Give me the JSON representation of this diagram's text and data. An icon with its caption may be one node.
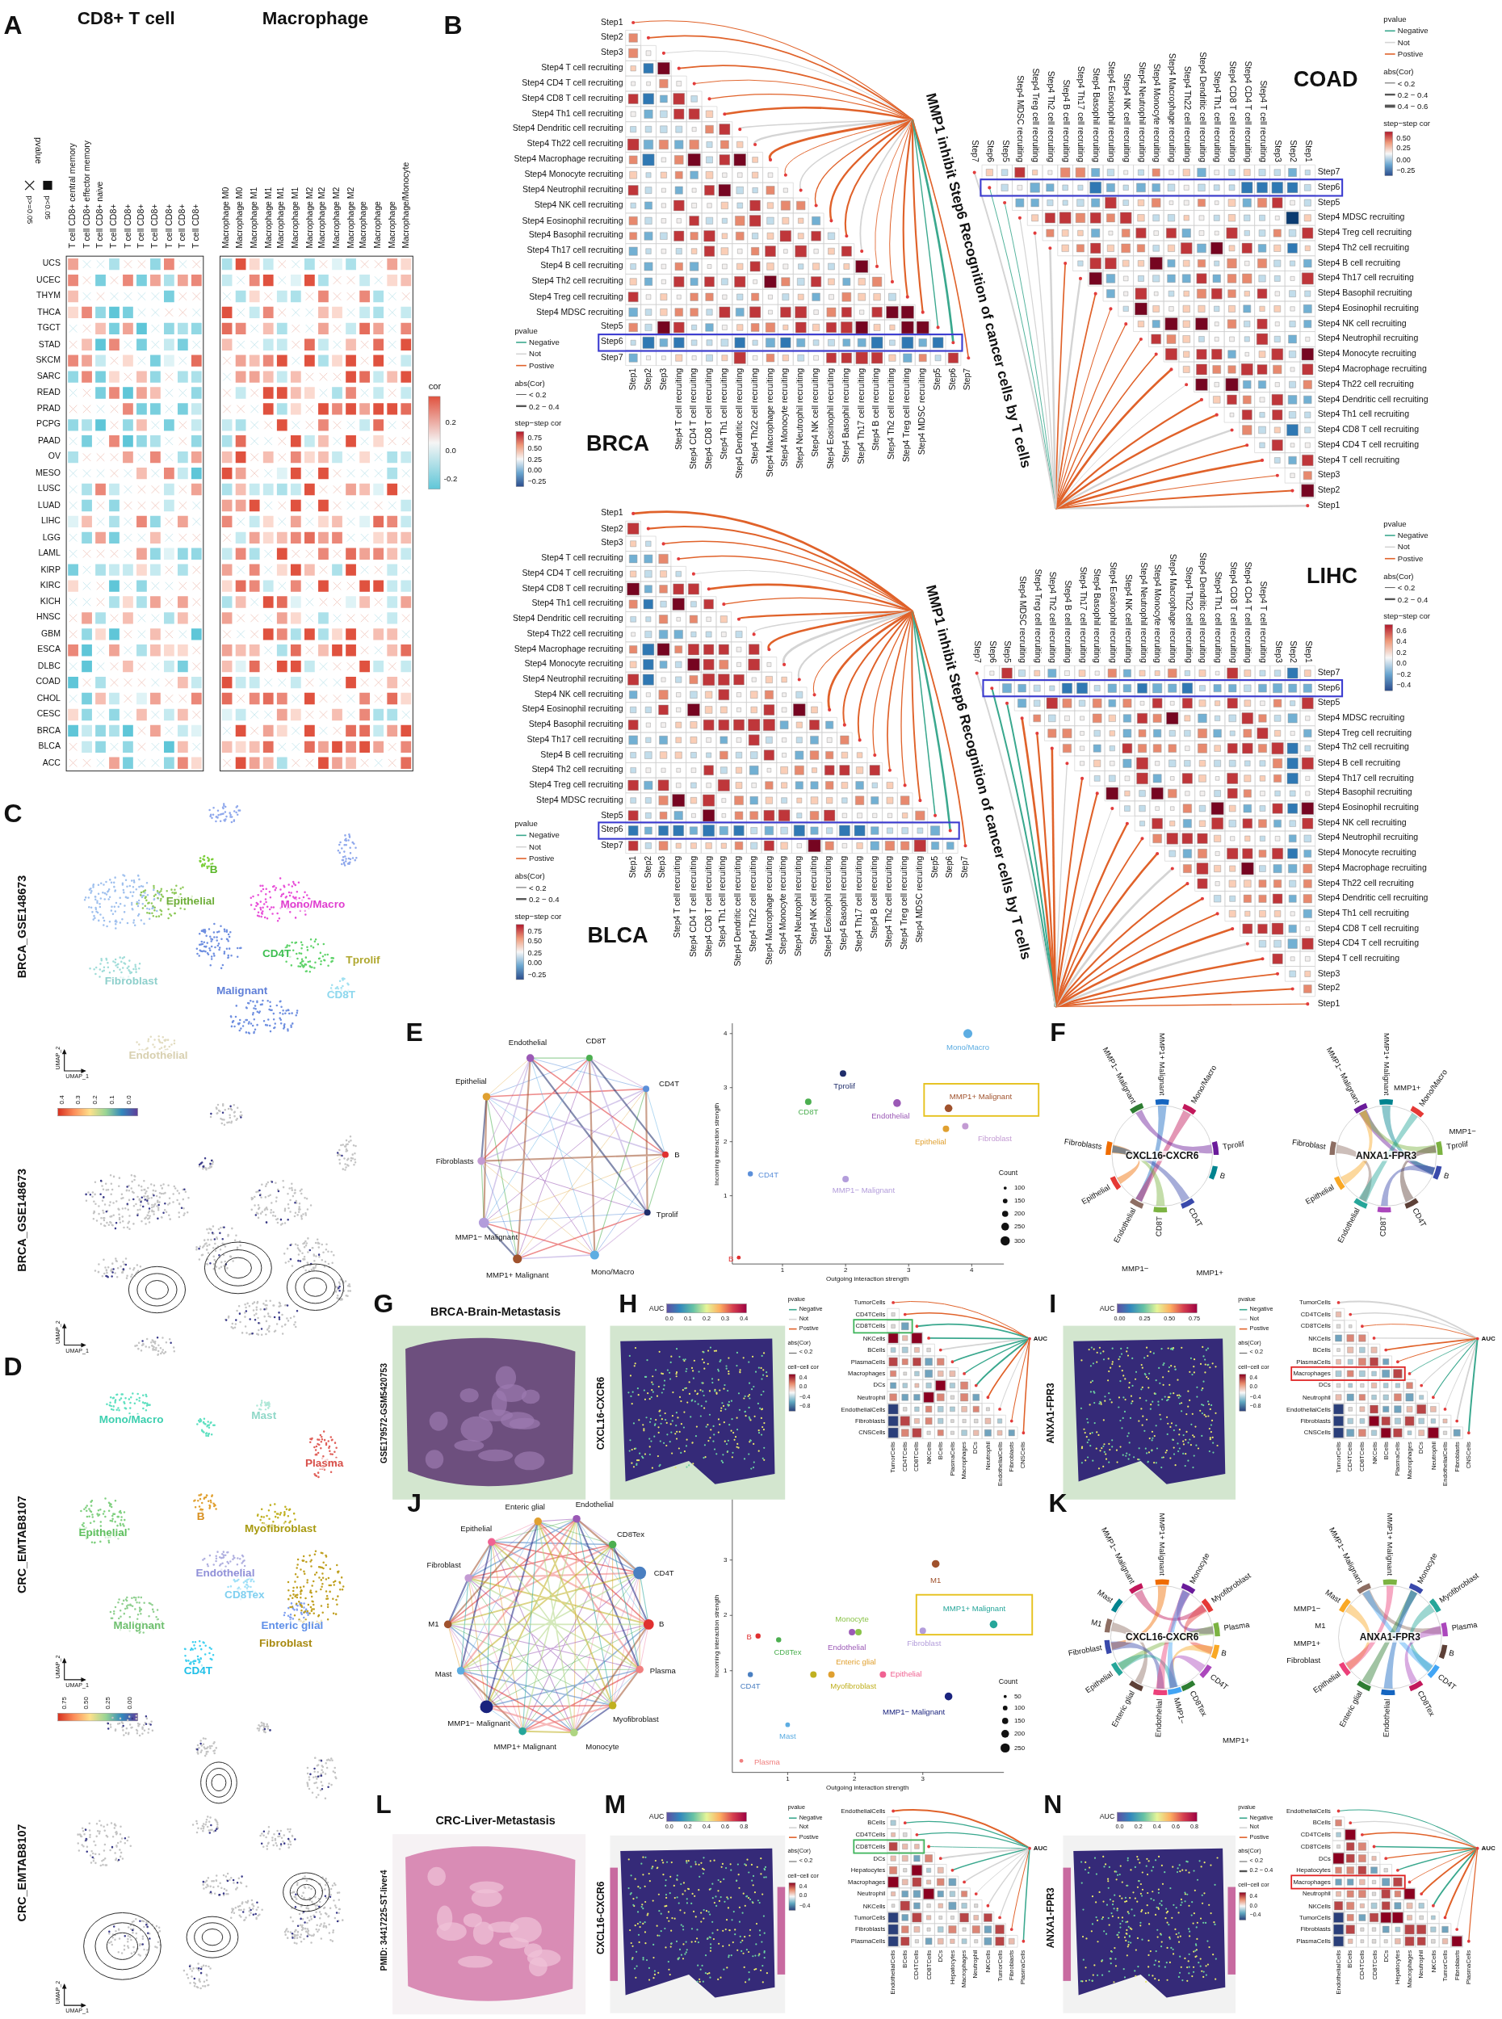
{
  "diagram": {
    "labels": [
      "A",
      "CD8+ T cell",
      "Macrophage",
      "T cell CD8+ central memory",
      "T cell CD8+ effector memory",
      "T cell CD8+ naive",
      "T cell CD8+",
      "T cell CD8+",
      "T cell CD8+",
      "T cell CD8+",
      "T cell CD8+",
      "T cell CD8+",
      "T cell CD8+",
      "Macrophage M0",
      "Macrophage M0",
      "Macrophage M1",
      "Macrophage M1",
      "Macrophage M1",
      "Macrophage M1",
      "Macrophage M2",
      "Macrophage M2",
      "Macrophage M2",
      "Macrophage M2",
      "Macrophage",
      "Macrophage",
      "Macrophage",
      "Macrophage/Monocyte",
      "pvalue",
      "UCS",
      "UCEC",
      "THYM",
      "THCA",
      "TGCT",
      "STAD",
      "SKCM",
      "SARC",
      "READ",
      "PRAD",
      "PCPG",
      "PAAD",
      "OV",
      "MESO",
      "LUSC",
      "LUAD",
      "LIHC",
      "LGG",
      "LAML",
      "KIRP",
      "KIRC",
      "KICH",
      "HNSC",
      "GBM",
      "ESCA",
      "DLBC",
      "COAD",
      "CHOL",
      "CESC",
      "BRCA",
      "BLCA",
      "ACC",
      "cor",
      "0.2",
      "0.0",
      "-0.2",
      "B",
      "Step1",
      "Step2",
      "Step3",
      "Step4 T cell recruiting",
      "Step4 CD4 T cell recruiting",
      "Step4 CD8 T cell recruiting",
      "Step4 Th1 cell recruiting",
      "Step4 Dendritic cell recruiting",
      "Step4 Th22 cell recruiting",
      "Step4 Macrophage recruiting",
      "Step4 Monocyte recruiting",
      "Step4 Neutrophil recruiting",
      "Step4 NK cell recruiting",
      "Step4 Eosinophil recruiting",
      "Step4 Basophil recruiting",
      "Step4 Th17 cell recruiting",
      "Step4 B cell recruiting",
      "Step4 Th2 cell recruiting",
      "Step4 Treg cell recruiting",
      "Step4 MDSC recruiting",
      "Step5",
      "Step6",
      "Step7",
      "Step1",
      "Step2",
      "Step3",
      "Step4 T cell recruiting",
      "Step4 CD4 T cell recruiting",
      "Step4 CD8 T cell recruiting",
      "Step4 Th1 cell recruiting",
      "Step4 Dendritic cell recruiting",
      "Step4 Th22 cell recruiting",
      "Step4 Macrophage recruiting",
      "Step4 Monocyte recruiting",
      "Step4 Neutrophil recruiting",
      "Step4 NK cell recruiting",
      "Step4 Eosinophil recruiting",
      "Step4 Basophil recruiting",
      "Step4 Th17 cell recruiting",
      "Step4 B cell recruiting",
      "Step4 Th2 cell recruiting",
      "Step4 Treg cell recruiting",
      "Step4 MDSC recruiting",
      "Step5",
      "Step6",
      "Step7",
      "MMP1 inhibit Step6 Recognition of cancer cells by T cells",
      "BRCA",
      "pvalue",
      "abs(Cor)",
      "step−step cor",
      "0.75",
      "0.50",
      "0.25",
      "0.00",
      "−0.25",
      "Step7",
      "Step6",
      "Step5",
      "Step4 MDSC recruiting",
      "Step4 Treg cell recruiting",
      "Step4 Th2 cell recruiting",
      "Step4 B cell recruiting",
      "Step4 Th17 cell recruiting",
      "Step4 Basophil recruiting",
      "Step4 Eosinophil recruiting",
      "Step4 NK cell recruiting",
      "Step4 Neutrophil recruiting",
      "Step4 Monocyte recruiting",
      "Step4 Macrophage recruiting",
      "Step4 Th22 cell recruiting",
      "Step4 Dendritic cell recruiting",
      "Step4 Th1 cell recruiting",
      "Step4 CD8 T cell recruiting",
      "Step4 CD4 T cell recruiting",
      "Step4 T cell recruiting",
      "Step3",
      "Step2",
      "Step1",
      "Step7",
      "Step6",
      "Step5",
      "Step4 MDSC recruiting",
      "Step4 Treg cell recruiting",
      "Step4 Th2 cell recruiting",
      "Step4 B cell recruiting",
      "Step4 Th17 cell recruiting",
      "Step4 Basophil recruiting",
      "Step4 Eosinophil recruiting",
      "Step4 NK cell recruiting",
      "Step4 Neutrophil recruiting",
      "Step4 Monocyte recruiting",
      "Step4 Macrophage recruiting",
      "Step4 Th22 cell recruiting",
      "Step4 Dendritic cell recruiting",
      "Step4 Th1 cell recruiting",
      "Step4 CD8 T cell recruiting",
      "Step4 CD4 T cell recruiting",
      "Step4 T cell recruiting",
      "Step3",
      "Step2",
      "Step1",
      "COAD",
      "pvalue",
      "abs(Cor)",
      "step−step cor",
      "0.50",
      "0.25",
      "0.00",
      "−0.25",
      "Step1",
      "Step2",
      "Step3",
      "Step4 T cell recruiting",
      "Step4 CD4 T cell recruiting",
      "Step4 CD8 T cell recruiting",
      "Step4 Th1 cell recruiting",
      "Step4 Dendritic cell recruiting",
      "Step4 Th22 cell recruiting",
      "Step4 Macrophage recruiting",
      "Step4 Monocyte recruiting",
      "Step4 Neutrophil recruiting",
      "Step4 NK cell recruiting",
      "Step4 Eosinophil recruiting",
      "Step4 Basophil recruiting",
      "Step4 Th17 cell recruiting",
      "Step4 B cell recruiting",
      "Step4 Th2 cell recruiting",
      "Step4 Treg cell recruiting",
      "Step4 MDSC recruiting",
      "Step5",
      "Step6",
      "Step7",
      "Step1",
      "Step2",
      "Step3",
      "Step4 T cell recruiting",
      "Step4 CD4 T cell recruiting",
      "Step4 CD8 T cell recruiting",
      "Step4 Th1 cell recruiting",
      "Step4 Dendritic cell recruiting",
      "Step4 Th22 cell recruiting",
      "Step4 Macrophage recruiting",
      "Step4 Monocyte recruiting",
      "Step4 Neutrophil recruiting",
      "Step4 NK cell recruiting",
      "Step4 Eosinophil recruiting",
      "Step4 Basophil recruiting",
      "Step4 Th17 cell recruiting",
      "Step4 B cell recruiting",
      "Step4 Th2 cell recruiting",
      "Step4 Treg cell recruiting",
      "Step4 MDSC recruiting",
      "Step5",
      "Step6",
      "Step7",
      "MMP1 inhibit Step6 Recognition of cancer cells by T cells",
      "BLCA",
      "pvalue",
      "abs(Cor)",
      "step−step cor",
      "0.75",
      "0.50",
      "0.25",
      "0.00",
      "−0.25",
      "Step7",
      "Step6",
      "Step5",
      "Step4 MDSC recruiting",
      "Step4 Treg cell recruiting",
      "Step4 Th2 cell recruiting",
      "Step4 B cell recruiting",
      "Step4 Th17 cell recruiting",
      "Step4 Basophil recruiting",
      "Step4 Eosinophil recruiting",
      "Step4 NK cell recruiting",
      "Step4 Neutrophil recruiting",
      "Step4 Monocyte recruiting",
      "Step4 Macrophage recruiting",
      "Step4 Th22 cell recruiting",
      "Step4 Dendritic cell recruiting",
      "Step4 Th1 cell recruiting",
      "Step4 CD8 T cell recruiting",
      "Step4 CD4 T cell recruiting",
      "Step4 T cell recruiting",
      "Step3",
      "Step2",
      "Step1",
      "Step7",
      "Step6",
      "Step5",
      "Step4 MDSC recruiting",
      "Step4 Treg cell recruiting",
      "Step4 Th2 cell recruiting",
      "Step4 B cell recruiting",
      "Step4 Th17 cell recruiting",
      "Step4 Basophil recruiting",
      "Step4 Eosinophil recruiting",
      "Step4 NK cell recruiting",
      "Step4 Neutrophil recruiting",
      "Step4 Monocyte recruiting",
      "Step4 Macrophage recruiting",
      "Step4 Th22 cell recruiting",
      "Step4 Dendritic cell recruiting",
      "Step4 Th1 cell recruiting",
      "Step4 CD8 T cell recruiting",
      "Step4 CD4 T cell recruiting",
      "Step4 T cell recruiting",
      "Step3",
      "Step2",
      "Step1",
      "LIHC",
      "pvalue",
      "abs(Cor)",
      "step−step cor",
      "0.6",
      "0.4",
      "0.2",
      "0.0",
      "−0.2",
      "−0.4",
      "C",
      "BRCA_GSE148673",
      "B",
      "Epithelial",
      "Mono/Macro",
      "CD4T",
      "Tprolif",
      "Fibroblast",
      "Malignant",
      "CD8T",
      "Endothelial",
      "UMAP_1",
      "UMAP_2",
      "0.4",
      "0.3",
      "0.2",
      "0.1",
      "0.0",
      "BRCA_GSE148673",
      "UMAP_1",
      "UMAP_2",
      "D",
      "CRC_EMTAB8107",
      "Mono/Macro",
      "Mast",
      "Plasma",
      "B",
      "Myofibroblast",
      "Epithelial",
      "Endothelial",
      "CD8Tex",
      "Malignant",
      "Enteric glial",
      "Fibroblast",
      "CD4T",
      "UMAP_1",
      "UMAP_2",
      "0.75",
      "0.50",
      "0.25",
      "0.00",
      "CRC_EMTAB8107",
      "UMAP_1",
      "UMAP_2",
      "E",
      "Endothelial",
      "CD8T",
      "Epithelial",
      "CD4T",
      "Fibroblasts",
      "B",
      "Tprolif",
      "MMP1− Malignant",
      "Mono/Macro",
      "MMP1+ Malignant",
      "Incoming interaction strength",
      "4",
      "3",
      "2",
      "1",
      "Mono/Macro",
      "Tprolif",
      "MMP1+ Malignant",
      "CD8T",
      "Endothelial",
      "Epithelial",
      "Fibroblast",
      "CD4T",
      "MMP1− Malignant",
      "B",
      "Count",
      "100",
      "150",
      "200",
      "250",
      "300",
      "1",
      "2",
      "3",
      "4",
      "Outgoing interaction strength",
      "F",
      "MMP1− Malignant",
      "MMP1+ Malignant",
      "Mono/Macro",
      "Fibroblasts",
      "Tprolif",
      "B",
      "Epithelial",
      "Endothelial",
      "CD8T",
      "CD4T",
      "MMP1−",
      "MMP1+",
      "CXCL16-CXCR6",
      "MMP1− Malignant",
      "MMP1+ Malignant",
      "MMP1+",
      "Mono/Macro",
      "MMP1−",
      "Fibroblast",
      "Tprolif",
      "B",
      "Epithelial",
      "Endothelial",
      "CD8T",
      "CD4T",
      "ANXA1-FPR3",
      "G",
      "BRCA-Brain-Metastasis",
      "GSE179572-GSM5420753",
      "H",
      "CXCL16-CXCR6",
      "AUC",
      "0.0",
      "0.1",
      "0.2",
      "0.3",
      "0.4",
      "pvalue",
      "abs(Cor)",
      "cell−cell cor",
      "0.4",
      "0.0",
      "−0.4",
      "−0.8",
      "TumorCells",
      "CD4TCells",
      "CD8TCells",
      "NKCells",
      "BCells",
      "PlasmaCells",
      "Macrophages",
      "DCs",
      "Neutrophil",
      "EndothelialCells",
      "Fibroblasts",
      "CNSCells",
      "TumorCells",
      "CD4TCells",
      "CD8TCells",
      "NKCells",
      "BCells",
      "PlasmaCells",
      "Macrophages",
      "DCs",
      "Neutrophil",
      "EndothelialCells",
      "Fibroblasts",
      "CNSCells",
      "AUC",
      "I",
      "ANXA1-FPR3",
      "AUC",
      "0.00",
      "0.25",
      "0.50",
      "0.75",
      "pvalue",
      "abs(Cor)",
      "cell−cell cor",
      "0.4",
      "0.0",
      "−0.4",
      "−0.8",
      "TumorCells",
      "CD4TCells",
      "CD8TCells",
      "NKCells",
      "BCells",
      "PlasmaCells",
      "Macrophages",
      "DCs",
      "Neutrophil",
      "EndothelialCells",
      "Fibroblasts",
      "CNSCells",
      "TumorCells",
      "CD4TCells",
      "CD8TCells",
      "NKCells",
      "BCells",
      "PlasmaCells",
      "Macrophages",
      "DCs",
      "Neutrophil",
      "EndothelialCells",
      "Fibroblasts",
      "CNSCells",
      "AUC",
      "J",
      "Enteric glial",
      "Endothelial",
      "Epithelial",
      "CD8Tex",
      "Fibroblast",
      "CD4T",
      "M1",
      "B",
      "Mast",
      "Plasma",
      "MMP1− Malignant",
      "Myofibroblast",
      "MMP1+ Malignant",
      "Monocyte",
      "Incoming interaction strength",
      "3",
      "2",
      "1",
      "M1",
      "MMP1+ Malignant",
      "Monocyte",
      "B",
      "Endothelial",
      "Fibroblast",
      "CD8Tex",
      "Enteric glial",
      "Epithelial",
      "Myofibroblast",
      "CD4T",
      "MMP1− Malignant",
      "Mast",
      "Plasma",
      "Count",
      "50",
      "100",
      "150",
      "200",
      "250",
      "1",
      "2",
      "3",
      "Outgoing interaction strength",
      "K",
      "MMP1− Malignant",
      "MMP1+ Malignant",
      "Monocyte",
      "Mast",
      "Myofibroblast",
      "M1",
      "Plasma",
      "Fibroblast",
      "B",
      "Epithelial",
      "CD4T",
      "Enteric glial",
      "Endothelial",
      "MMP1−",
      "CD8Tex",
      "MMP1+",
      "CXCL16-CXCR6",
      "MMP1− Malignant",
      "MMP1+ Malignant",
      "Monocyte",
      "Mast",
      "Myofibroblast",
      "MMP1−",
      "M1",
      "Plasma",
      "MMP1+",
      "B",
      "Fibroblast",
      "Epithelial",
      "CD4T",
      "Enteric glial",
      "Endothelial",
      "CD8Tex",
      "ANXA1-FPR3",
      "L",
      "CRC-Liver-Metastasis",
      "PMID: 34417225-ST-liver4",
      "M",
      "CXCL16-CXCR6",
      "AUC",
      "0.0",
      "0.2",
      "0.4",
      "0.6",
      "0.8",
      "pvalue",
      "abs(Cor)",
      "cell−cell cor",
      "0.4",
      "0.0",
      "−0.4",
      "EndothelialCells",
      "BCells",
      "CD4TCells",
      "CD8TCells",
      "DCs",
      "Hepatocytes",
      "Macrophages",
      "Neutrophil",
      "NKCells",
      "TumorCells",
      "Fibroblasts",
      "PlasmaCells",
      "EndothelialCells",
      "BCells",
      "CD4TCells",
      "CD8TCells",
      "DCs",
      "Hepatocytes",
      "Macrophages",
      "Neutrophil",
      "NKCells",
      "TumorCells",
      "Fibroblasts",
      "PlasmaCells",
      "AUC",
      "N",
      "ANXA1-FPR3",
      "AUC",
      "0.0",
      "0.2",
      "0.4",
      "0.6",
      "0.8",
      "pvalue",
      "abs(Cor)",
      "cell−cell cor",
      "0.4",
      "0.0",
      "−0.4",
      "EndothelialCells",
      "BCells",
      "CD4TCells",
      "CD8TCells",
      "DCs",
      "Hepatocytes",
      "Macrophages",
      "Neutrophil",
      "NKCells",
      "TumorCells",
      "Fibroblasts",
      "PlasmaCells",
      "EndothelialCells",
      "BCells",
      "CD4TCells",
      "CD8TCells",
      "DCs",
      "Hepatocytes",
      "Macrophages",
      "Neutrophil",
      "NKCells",
      "TumorCells",
      "Fibroblasts",
      "PlasmaCells",
      "AUC"
    ],
    "legend": [
      {
        "text": "p>=0.05"
      },
      {
        "text": "p<0.05"
      },
      {
        "text": "Negative"
      },
      {
        "text": "Not"
      },
      {
        "text": "Postive"
      },
      {
        "text": "< 0.2"
      },
      {
        "text": "0.2 − 0.4"
      },
      {
        "text": "Negative"
      },
      {
        "text": "Not"
      },
      {
        "text": "Postive"
      },
      {
        "text": "< 0.2"
      },
      {
        "text": "0.2 − 0.4"
      },
      {
        "text": "0.4 − 0.6"
      },
      {
        "text": "Negative"
      },
      {
        "text": "Not"
      },
      {
        "text": "Postive"
      },
      {
        "text": "< 0.2"
      },
      {
        "text": "0.2 − 0.4"
      },
      {
        "text": "Negative"
      },
      {
        "text": "Not"
      },
      {
        "text": "Postive"
      },
      {
        "text": "< 0.2"
      },
      {
        "text": "0.2 − 0.4"
      },
      {
        "text": "Negative"
      },
      {
        "text": "Not"
      },
      {
        "text": "Postive"
      },
      {
        "text": "< 0.2"
      },
      {
        "text": "Negative"
      },
      {
        "text": "Not"
      },
      {
        "text": "Postive"
      },
      {
        "text": "< 0.2"
      },
      {
        "text": "Negative"
      },
      {
        "text": "Not"
      },
      {
        "text": "Postive"
      },
      {
        "text": "< 0.2"
      },
      {
        "text": "Negative"
      },
      {
        "text": "Not"
      },
      {
        "text": "Postive"
      },
      {
        "text": "< 0.2"
      },
      {
        "text": "0.2 − 0.4"
      }
    ]
  }
}
